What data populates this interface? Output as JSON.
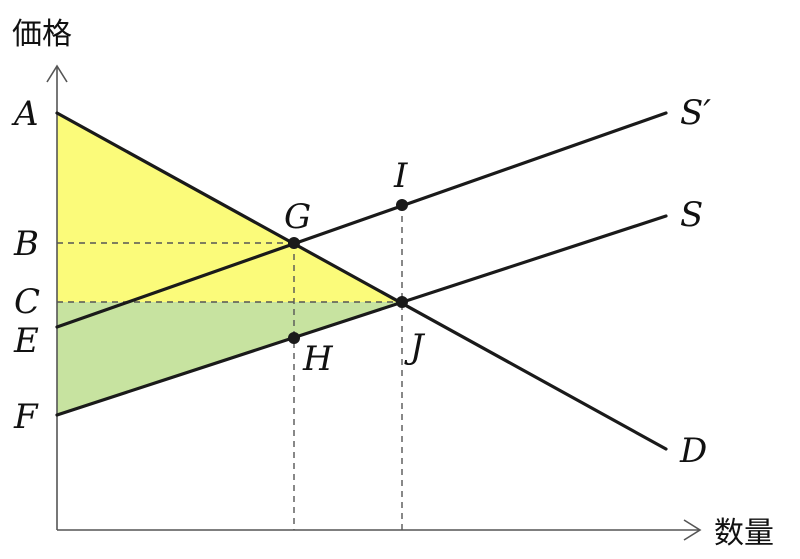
{
  "axes": {
    "y_title": "価格",
    "x_title": "数量"
  },
  "points": {
    "A": "A",
    "B": "B",
    "C": "C",
    "E": "E",
    "F": "F",
    "G": "G",
    "H": "H",
    "I": "I",
    "J": "J"
  },
  "curves": {
    "supply_shifted": "S′",
    "supply": "S",
    "demand": "D"
  },
  "colors": {
    "consumer_surplus": "#fbfb7a",
    "producer_surplus": "#c7e3a0",
    "line": "#1a1a1a",
    "guide": "#555555"
  }
}
